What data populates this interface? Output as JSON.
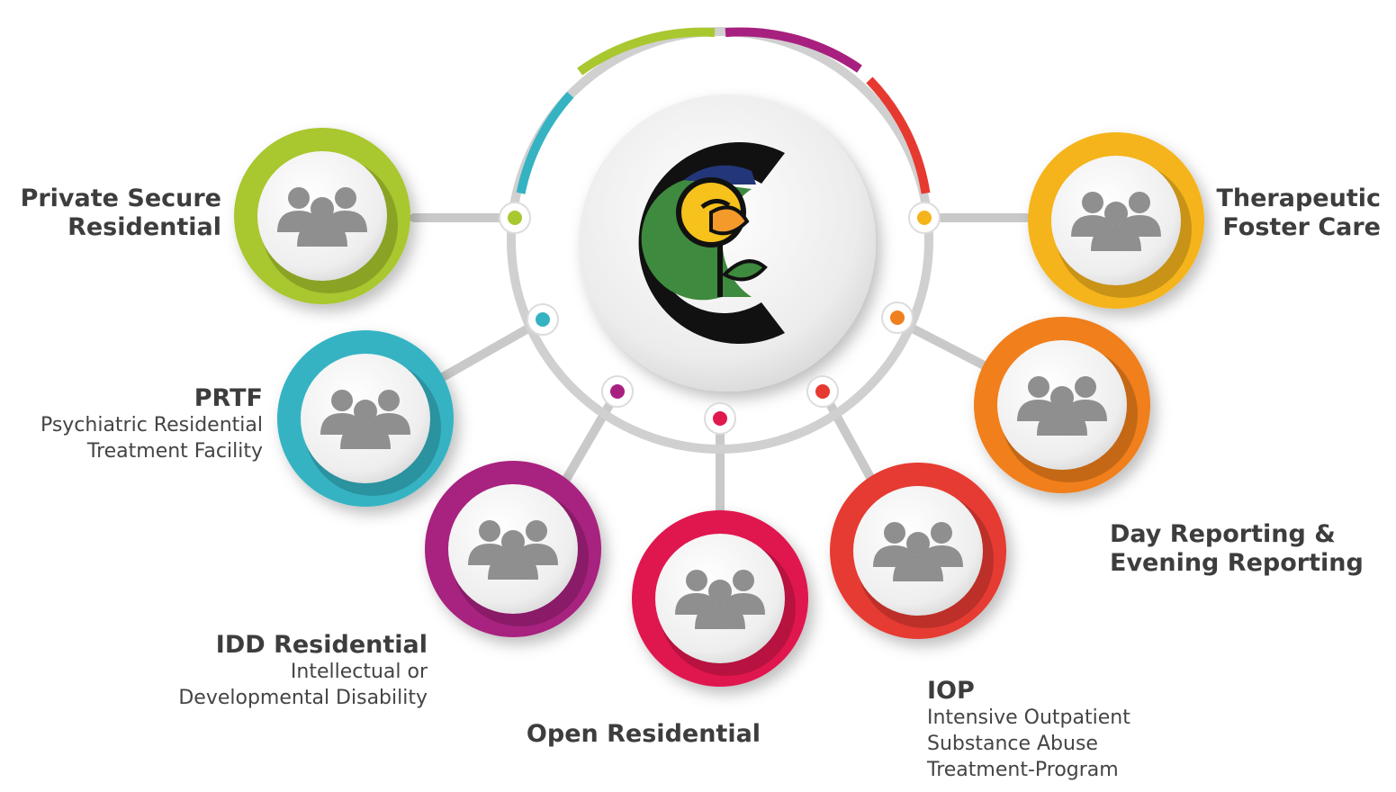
{
  "colors": {
    "lime": "#a9c72f",
    "teal": "#35b3c3",
    "magenta": "#a8207f",
    "crimson": "#e0194f",
    "red": "#e63a30",
    "orange": "#f07f1e",
    "yellow": "#f5b41a",
    "connector": "#c9c9c9",
    "hub_face": "#f0f0f0",
    "icon": "#8f8f8f"
  },
  "center": {
    "logo_icon": "c-rose-globe-logo"
  },
  "services": [
    {
      "id": "private-secure",
      "color": "lime",
      "title_lines": [
        "Private Secure",
        "Residential"
      ],
      "sub_lines": []
    },
    {
      "id": "prtf",
      "color": "teal",
      "title_lines": [
        "PRTF"
      ],
      "sub_lines": [
        "Psychiatric Residential",
        "Treatment Facility"
      ]
    },
    {
      "id": "idd",
      "color": "magenta",
      "title_lines": [
        "IDD Residential"
      ],
      "sub_lines": [
        "Intellectual or",
        "Developmental Disability"
      ]
    },
    {
      "id": "open",
      "color": "crimson",
      "title_lines": [
        "Open Residential"
      ],
      "sub_lines": []
    },
    {
      "id": "iop",
      "color": "red",
      "title_lines": [
        "IOP"
      ],
      "sub_lines": [
        "Intensive Outpatient",
        "Substance Abuse",
        "Treatment-Program"
      ]
    },
    {
      "id": "day-reporting",
      "color": "orange",
      "title_lines": [
        "Day Reporting &",
        "Evening Reporting"
      ],
      "sub_lines": []
    },
    {
      "id": "foster-care",
      "color": "yellow",
      "title_lines": [
        "Therapeutic",
        "Foster Care"
      ],
      "sub_lines": []
    }
  ],
  "icon_name": "people-group-icon"
}
